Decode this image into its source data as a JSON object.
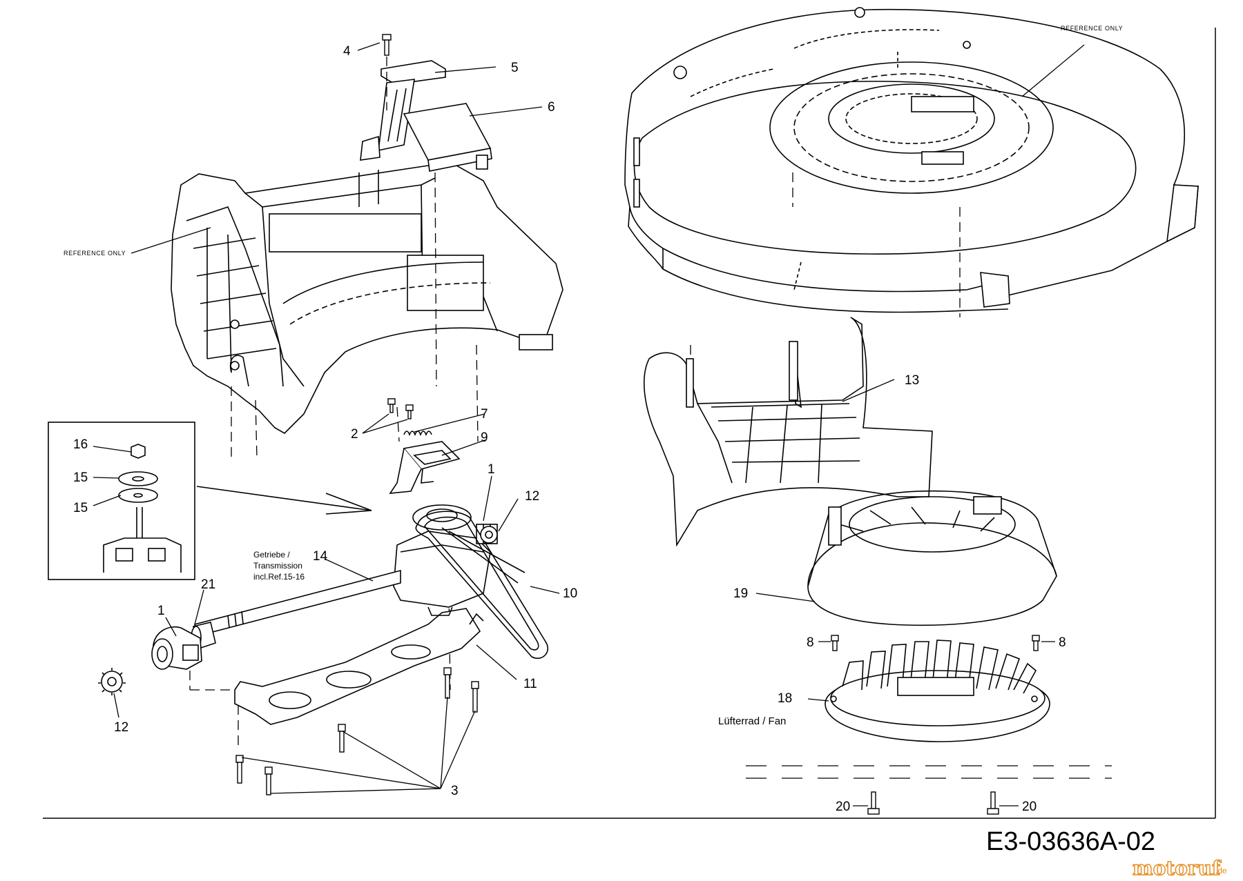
{
  "diagram": {
    "drawing_code": "E3-03636A-02",
    "watermark": {
      "text": "motoruf",
      "suffix": ".de",
      "color": "#e58a1b"
    },
    "reference_labels": [
      "REFERENCE ONLY",
      "REFERENCE ONLY"
    ],
    "captions": {
      "transmission": [
        "Getriebe /",
        "Transmission",
        "incl.Ref.15-16"
      ],
      "fan": "Lüfterrad / Fan"
    },
    "callouts": [
      "4",
      "5",
      "6",
      "2",
      "7",
      "9",
      "1",
      "12",
      "14",
      "10",
      "21",
      "1",
      "11",
      "12",
      "3",
      "16",
      "15",
      "15",
      "13",
      "19",
      "8",
      "8",
      "18",
      "20",
      "20"
    ]
  }
}
